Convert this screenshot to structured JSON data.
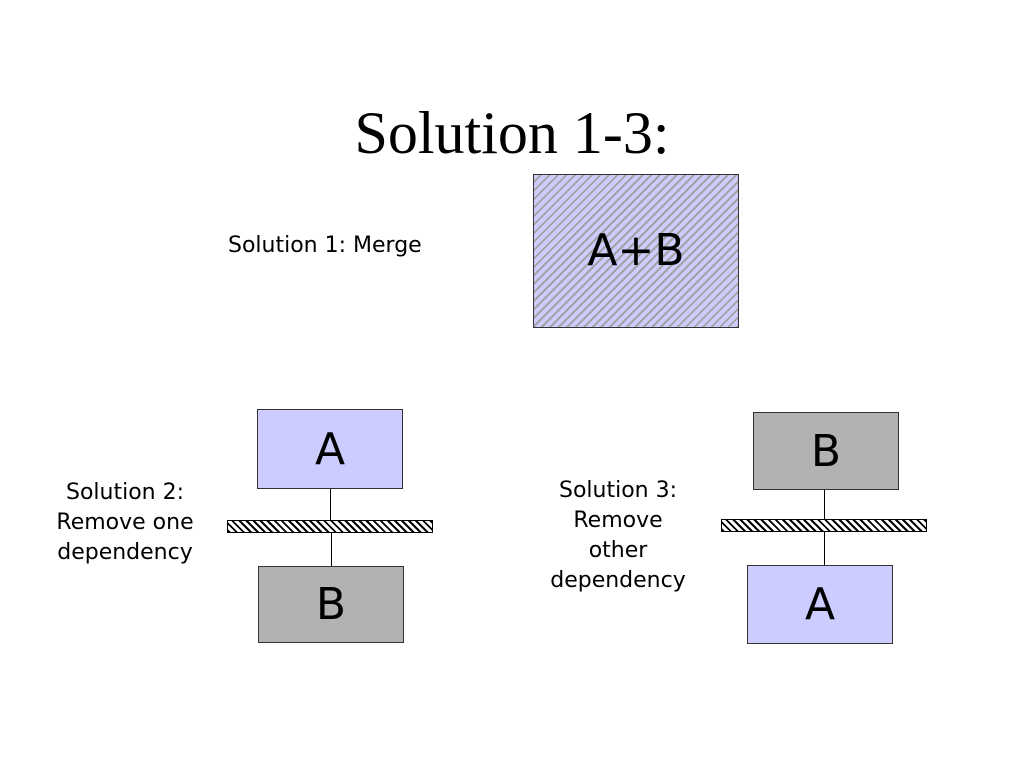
{
  "title": "Solution 1-3:",
  "solution1": {
    "label": "Solution 1: Merge",
    "box": "A+B"
  },
  "solution2": {
    "label_lines": [
      "Solution 2:",
      "Remove one",
      "dependency"
    ],
    "top_box": "A",
    "bottom_box": "B"
  },
  "solution3": {
    "label_lines": [
      "Solution 3:",
      "Remove",
      "other",
      "dependency"
    ],
    "top_box": "B",
    "bottom_box": "A"
  },
  "colors": {
    "module_light": "#ccccff",
    "module_gray": "#b2b2b2",
    "hatch": "#a3a3a3"
  }
}
